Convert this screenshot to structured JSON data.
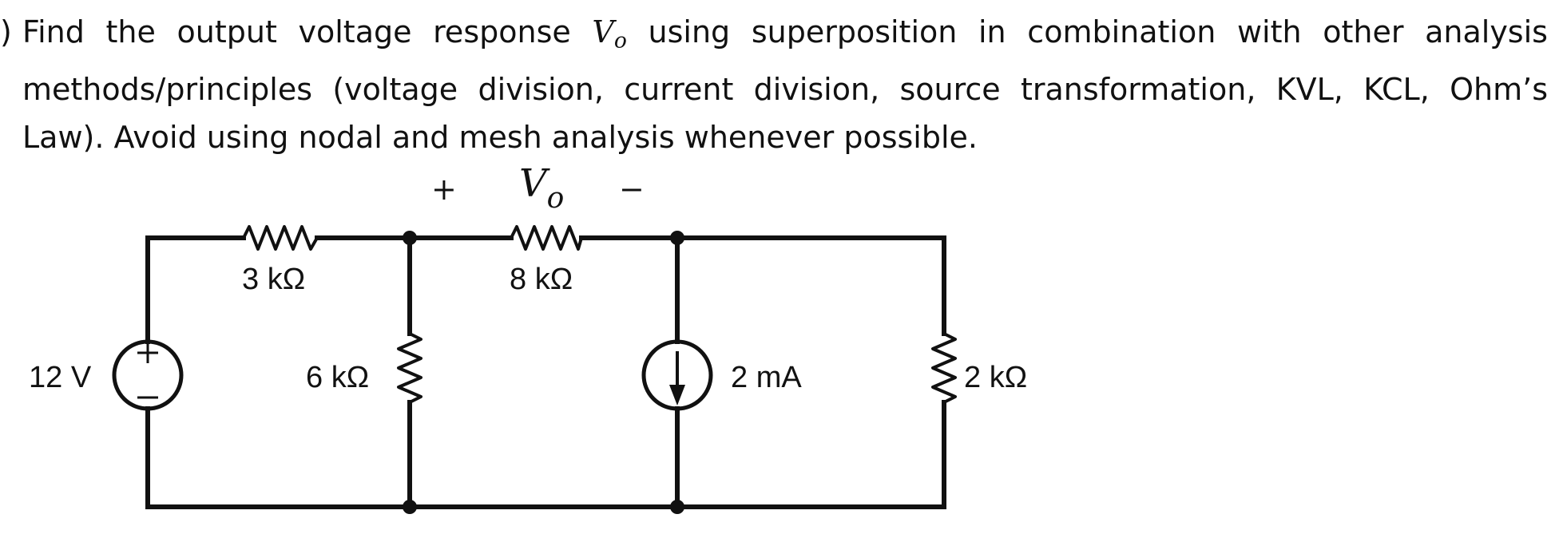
{
  "problem": {
    "marker": ")",
    "line1_start": "Find the output voltage response",
    "line1_var": "V",
    "line1_sub": "o",
    "line1_end": "using superposition in combination with other analysis",
    "line2": "methods/principles (voltage division, current division, source transformation, KVL, KCL, Ohm’s",
    "line3": "Law).  Avoid using nodal and mesh analysis whenever possible."
  },
  "circuit": {
    "vo_plus": "+",
    "vo_var": "V",
    "vo_sub": "o",
    "vo_minus": "−",
    "r1": "3 kΩ",
    "r2": "8 kΩ",
    "r3": "6 kΩ",
    "r4": "2 kΩ",
    "vsource": "12 V",
    "isource": "2 mA",
    "vsource_plus": "+",
    "vsource_minus": "−"
  }
}
